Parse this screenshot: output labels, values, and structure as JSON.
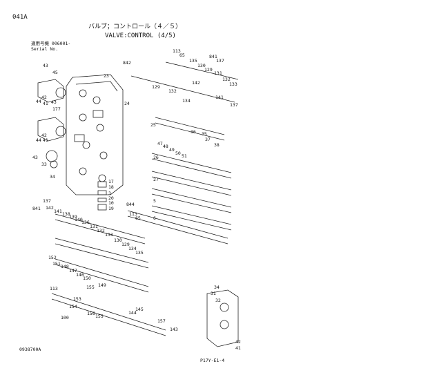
{
  "header": {
    "code": "041A",
    "title_jp": "バルブ；コントロール（４／５）",
    "title_en": "VALVE:CONTROL (4/5)",
    "serial_jp": "適用号機  006001-",
    "serial_en": "Serial No."
  },
  "footer": {
    "drawing_id": "0938700A",
    "page_ref": "P17Y-E1-4"
  },
  "part_numbers": {
    "left_group": [
      "43",
      "45",
      "42",
      "44",
      "41",
      "43",
      "177",
      "42",
      "44",
      "41",
      "43",
      "33",
      "34",
      "23",
      "17",
      "18",
      "3",
      "20",
      "10",
      "19"
    ],
    "upper_right": [
      "113",
      "65",
      "842",
      "841",
      "135",
      "137",
      "130",
      "129",
      "131",
      "142",
      "132",
      "133",
      "132",
      "141",
      "137",
      "129",
      "134",
      "24",
      "25",
      "26",
      "27",
      "36",
      "35",
      "37",
      "38",
      "5",
      "6",
      "47",
      "48",
      "49",
      "50",
      "51"
    ],
    "lower_left": [
      "841",
      "137",
      "142",
      "141",
      "138",
      "139",
      "140",
      "136",
      "131",
      "132",
      "133",
      "130",
      "129",
      "134",
      "135",
      "152",
      "151",
      "148",
      "147",
      "146",
      "150",
      "155",
      "149",
      "113",
      "153",
      "154",
      "156",
      "155",
      "100",
      "144",
      "145",
      "157",
      "143"
    ],
    "lower_right": [
      "844",
      "113",
      "65",
      "31",
      "32",
      "34",
      "42",
      "41"
    ]
  }
}
